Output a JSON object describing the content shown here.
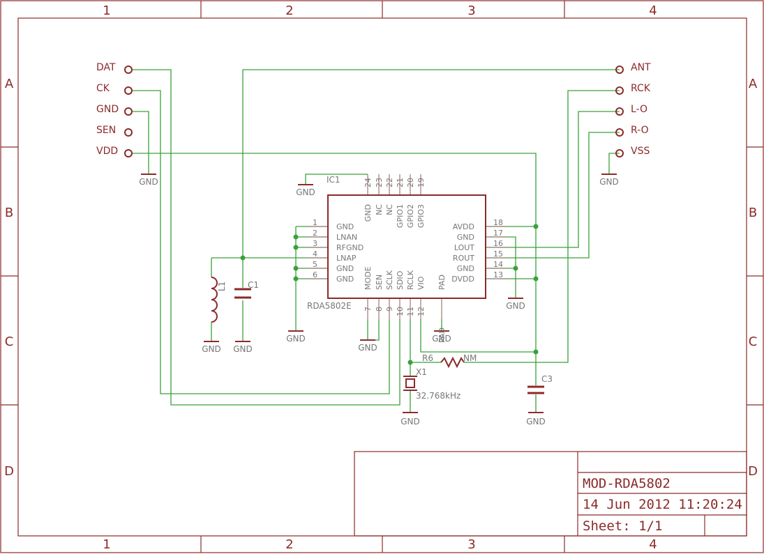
{
  "frame": {
    "columns": [
      "1",
      "2",
      "3",
      "4"
    ],
    "rows": [
      "A",
      "B",
      "C",
      "D"
    ]
  },
  "connectors": {
    "left": [
      "DAT",
      "CK",
      "GND",
      "SEN",
      "VDD"
    ],
    "right": [
      "ANT",
      "RCK",
      "L-O",
      "R-O",
      "VSS"
    ]
  },
  "ic": {
    "ref": "IC1",
    "part": "RDA5802E",
    "top_pins": [
      {
        "num": "24",
        "name": "GND"
      },
      {
        "num": "23",
        "name": "NC"
      },
      {
        "num": "22",
        "name": "NC"
      },
      {
        "num": "21",
        "name": "GPIO1"
      },
      {
        "num": "20",
        "name": "GPIO2"
      },
      {
        "num": "19",
        "name": "GPIO3"
      }
    ],
    "left_pins": [
      {
        "num": "1",
        "name": "GND"
      },
      {
        "num": "2",
        "name": "LNAN"
      },
      {
        "num": "3",
        "name": "RFGND"
      },
      {
        "num": "4",
        "name": "LNAP"
      },
      {
        "num": "5",
        "name": "GND"
      },
      {
        "num": "6",
        "name": "GND"
      }
    ],
    "right_pins": [
      {
        "num": "18",
        "name": "AVDD"
      },
      {
        "num": "17",
        "name": "GND"
      },
      {
        "num": "16",
        "name": "LOUT"
      },
      {
        "num": "15",
        "name": "ROUT"
      },
      {
        "num": "14",
        "name": "GND"
      },
      {
        "num": "13",
        "name": "DVDD"
      }
    ],
    "bottom_pins": [
      {
        "num": "7",
        "name": "MODE"
      },
      {
        "num": "8",
        "name": "SEN"
      },
      {
        "num": "9",
        "name": "SCLK"
      },
      {
        "num": "10",
        "name": "SDIO"
      },
      {
        "num": "11",
        "name": "RCLK"
      },
      {
        "num": "12",
        "name": "VIO"
      }
    ],
    "pad_label": "PAD"
  },
  "components": {
    "l1": "L1",
    "c1": "C1",
    "c3": "C3",
    "r6": "R6",
    "r6_value": "NM",
    "x1": "X1",
    "x1_value": "32.768kHz",
    "gnd": "GND"
  },
  "title_block": {
    "name": "MOD-RDA5802",
    "date": "14 Jun 2012 11:20:24",
    "sheet": "Sheet: 1/1"
  }
}
